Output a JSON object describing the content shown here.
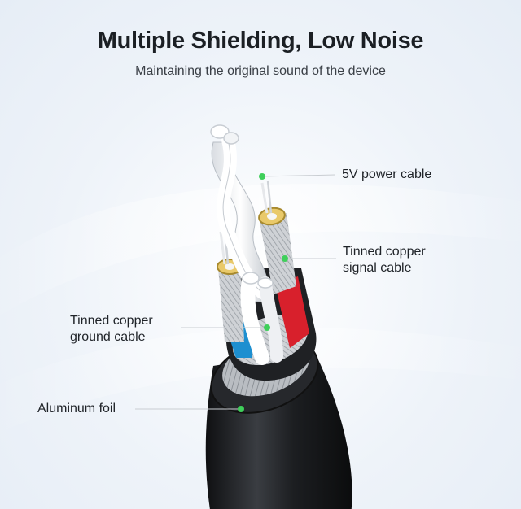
{
  "header": {
    "title": "Multiple Shielding, Low Noise",
    "subtitle": "Maintaining the original sound of the device"
  },
  "callouts": {
    "power": {
      "line1": "5V power cable"
    },
    "signal": {
      "line1": "Tinned copper",
      "line2": "signal cable"
    },
    "ground": {
      "line1": "Tinned copper",
      "line2": "ground cable"
    },
    "foil": {
      "line1": "Aluminum foil"
    }
  },
  "colors": {
    "accent_green": "#3fcf5a",
    "jacket": "#1c1e21",
    "signal_insulation": "#d8202c",
    "ground_insulation": "#1d8fd0",
    "power_insulation": "#f4f4f4",
    "copper_braid": "#c9ccd0"
  }
}
